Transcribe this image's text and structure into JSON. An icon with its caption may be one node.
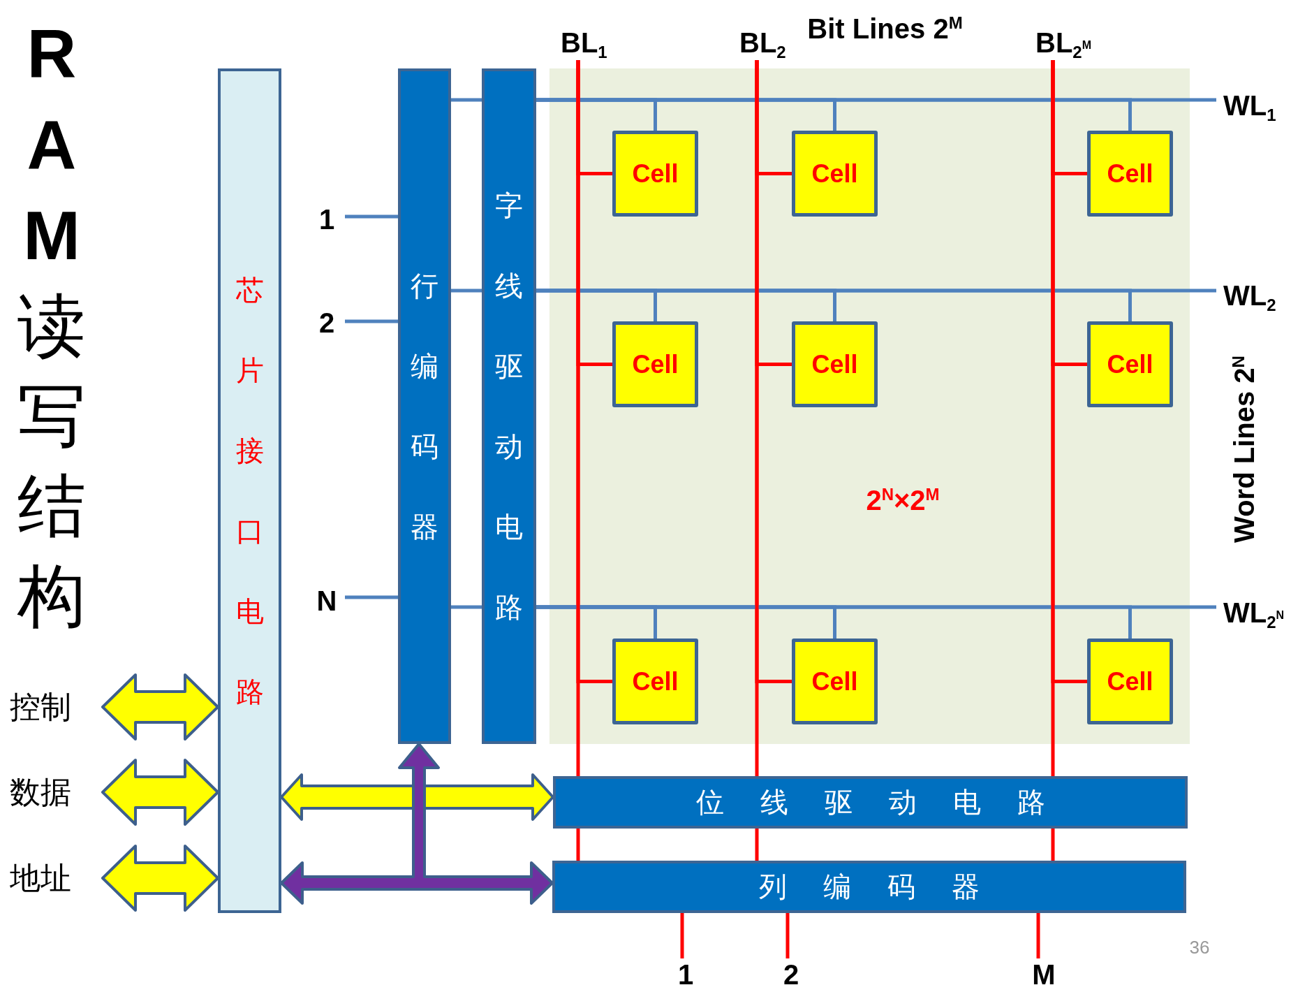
{
  "diagram": {
    "title": "**RAM**读写结构",
    "nodes": [
      {
        "text": [
          "芯片接口电路"
        ]
      },
      {
        "text": [
          "行编码器"
        ]
      },
      {
        "text": [
          "字线驱动电路"
        ]
      },
      {
        "text": [
          "2$^{N}$×2$^{M}$"
        ]
      },
      {
        "text": [
          "Cell"
        ],
        "in": 3
      },
      {
        "text": [
          "Cell"
        ],
        "in": 3
      },
      {
        "text": [
          "Cell"
        ],
        "in": 3
      },
      {
        "text": [
          "Cell"
        ],
        "in": 3
      },
      {
        "text": [
          "Cell"
        ],
        "in": 3
      },
      {
        "text": [
          "Cell"
        ],
        "in": 3
      },
      {
        "text": [
          "Cell"
        ],
        "in": 3
      },
      {
        "text": [
          "Cell"
        ],
        "in": 3
      },
      {
        "text": [
          "Cell"
        ],
        "in": 3
      },
      {
        "text": [
          "位线驱动电路"
        ]
      },
      {
        "text": [
          "列编码器"
        ]
      },
      {
        "text": [
          "控制"
        ]
      },
      {
        "text": [
          "数据"
        ]
      },
      {
        "text": [
          "地址"
        ]
      },
      {
        "text": [
          "1"
        ]
      },
      {
        "text": [
          "2"
        ]
      },
      {
        "text": [
          "N"
        ]
      },
      {
        "text": [
          "WL$_{1}$"
        ]
      },
      {
        "text": [
          "WL$_{2}$"
        ]
      },
      {
        "text": [
          "WL$_{2}$$^{N}$"
        ]
      },
      {
        "text": [
          "BL$_{1}$"
        ]
      },
      {
        "text": [
          "BL$_{2}$"
        ]
      },
      {
        "text": [
          "BL$_{2}$$^{M}$"
        ]
      },
      {
        "text": [
          "1"
        ]
      },
      {
        "text": [
          "2"
        ]
      },
      {
        "text": [
          "M"
        ]
      }
    ],
    "edges": [
      {
        "from": 15,
        "to": 0,
        "arrow": "both",
        "style": "thick",
        "color": "#ffff00"
      },
      {
        "from": 16,
        "to": 0,
        "arrow": "both",
        "style": "thick",
        "color": "#ffff00"
      },
      {
        "from": 17,
        "to": 0,
        "arrow": "both",
        "style": "thick",
        "color": "#ffff00"
      },
      {
        "from": 0,
        "to": 13,
        "arrow": "both",
        "style": "thick",
        "color": "#ffff00"
      },
      {
        "from": 0,
        "to": 14,
        "arrow": "both",
        "style": "thick",
        "color": "#7030a0"
      },
      {
        "from": 0,
        "to": 1,
        "arrow": "both",
        "style": "thick",
        "color": "#7030a0"
      },
      {
        "from": 18,
        "to": 1,
        "arrow": "none"
      },
      {
        "from": 19,
        "to": 1,
        "arrow": "none"
      },
      {
        "from": 20,
        "to": 1,
        "arrow": "none"
      },
      {
        "from": 1,
        "to": 2,
        "arrow": "none"
      },
      {
        "from": 1,
        "to": 2,
        "arrow": "none"
      },
      {
        "from": 1,
        "to": 2,
        "arrow": "none"
      },
      {
        "from": 2,
        "to": 21,
        "arrow": "none"
      },
      {
        "from": 2,
        "to": 22,
        "arrow": "none"
      },
      {
        "from": 2,
        "to": 23,
        "arrow": "none"
      },
      {
        "from": 24,
        "to": 13,
        "arrow": "none",
        "color": "#ff0000"
      },
      {
        "from": 25,
        "to": 13,
        "arrow": "none",
        "color": "#ff0000"
      },
      {
        "from": 26,
        "to": 13,
        "arrow": "none",
        "color": "#ff0000"
      },
      {
        "from": 13,
        "to": 14,
        "arrow": "none",
        "color": "#ff0000"
      },
      {
        "from": 13,
        "to": 14,
        "arrow": "none",
        "color": "#ff0000"
      },
      {
        "from": 13,
        "to": 14,
        "arrow": "none",
        "color": "#ff0000"
      },
      {
        "from": 14,
        "to": 27,
        "arrow": "none",
        "color": "#ff0000"
      },
      {
        "from": 14,
        "to": 28,
        "arrow": "none",
        "color": "#ff0000"
      },
      {
        "from": 14,
        "to": 29,
        "arrow": "none",
        "color": "#ff0000"
      },
      {
        "from": 2,
        "to": 4,
        "arrow": "none"
      },
      {
        "from": 2,
        "to": 5,
        "arrow": "none"
      },
      {
        "from": 2,
        "to": 6,
        "arrow": "none"
      },
      {
        "from": 2,
        "to": 7,
        "arrow": "none"
      },
      {
        "from": 2,
        "to": 8,
        "arrow": "none"
      },
      {
        "from": 2,
        "to": 9,
        "arrow": "none"
      },
      {
        "from": 2,
        "to": 10,
        "arrow": "none"
      },
      {
        "from": 2,
        "to": 11,
        "arrow": "none"
      },
      {
        "from": 2,
        "to": 12,
        "arrow": "none"
      },
      {
        "from": 24,
        "to": 4,
        "arrow": "none",
        "color": "#ff0000"
      },
      {
        "from": 25,
        "to": 5,
        "arrow": "none",
        "color": "#ff0000"
      },
      {
        "from": 26,
        "to": 6,
        "arrow": "none",
        "color": "#ff0000"
      },
      {
        "from": 24,
        "to": 7,
        "arrow": "none",
        "color": "#ff0000"
      },
      {
        "from": 25,
        "to": 8,
        "arrow": "none",
        "color": "#ff0000"
      },
      {
        "from": 26,
        "to": 9,
        "arrow": "none",
        "color": "#ff0000"
      },
      {
        "from": 24,
        "to": 10,
        "arrow": "none",
        "color": "#ff0000"
      },
      {
        "from": 25,
        "to": 11,
        "arrow": "none",
        "color": "#ff0000"
      },
      {
        "from": 26,
        "to": 12,
        "arrow": "none",
        "color": "#ff0000"
      }
    ],
    "labels": [
      "Bit Lines 2$^{M}$",
      "Word Lines 2$^{N}$",
      "36"
    ]
  }
}
